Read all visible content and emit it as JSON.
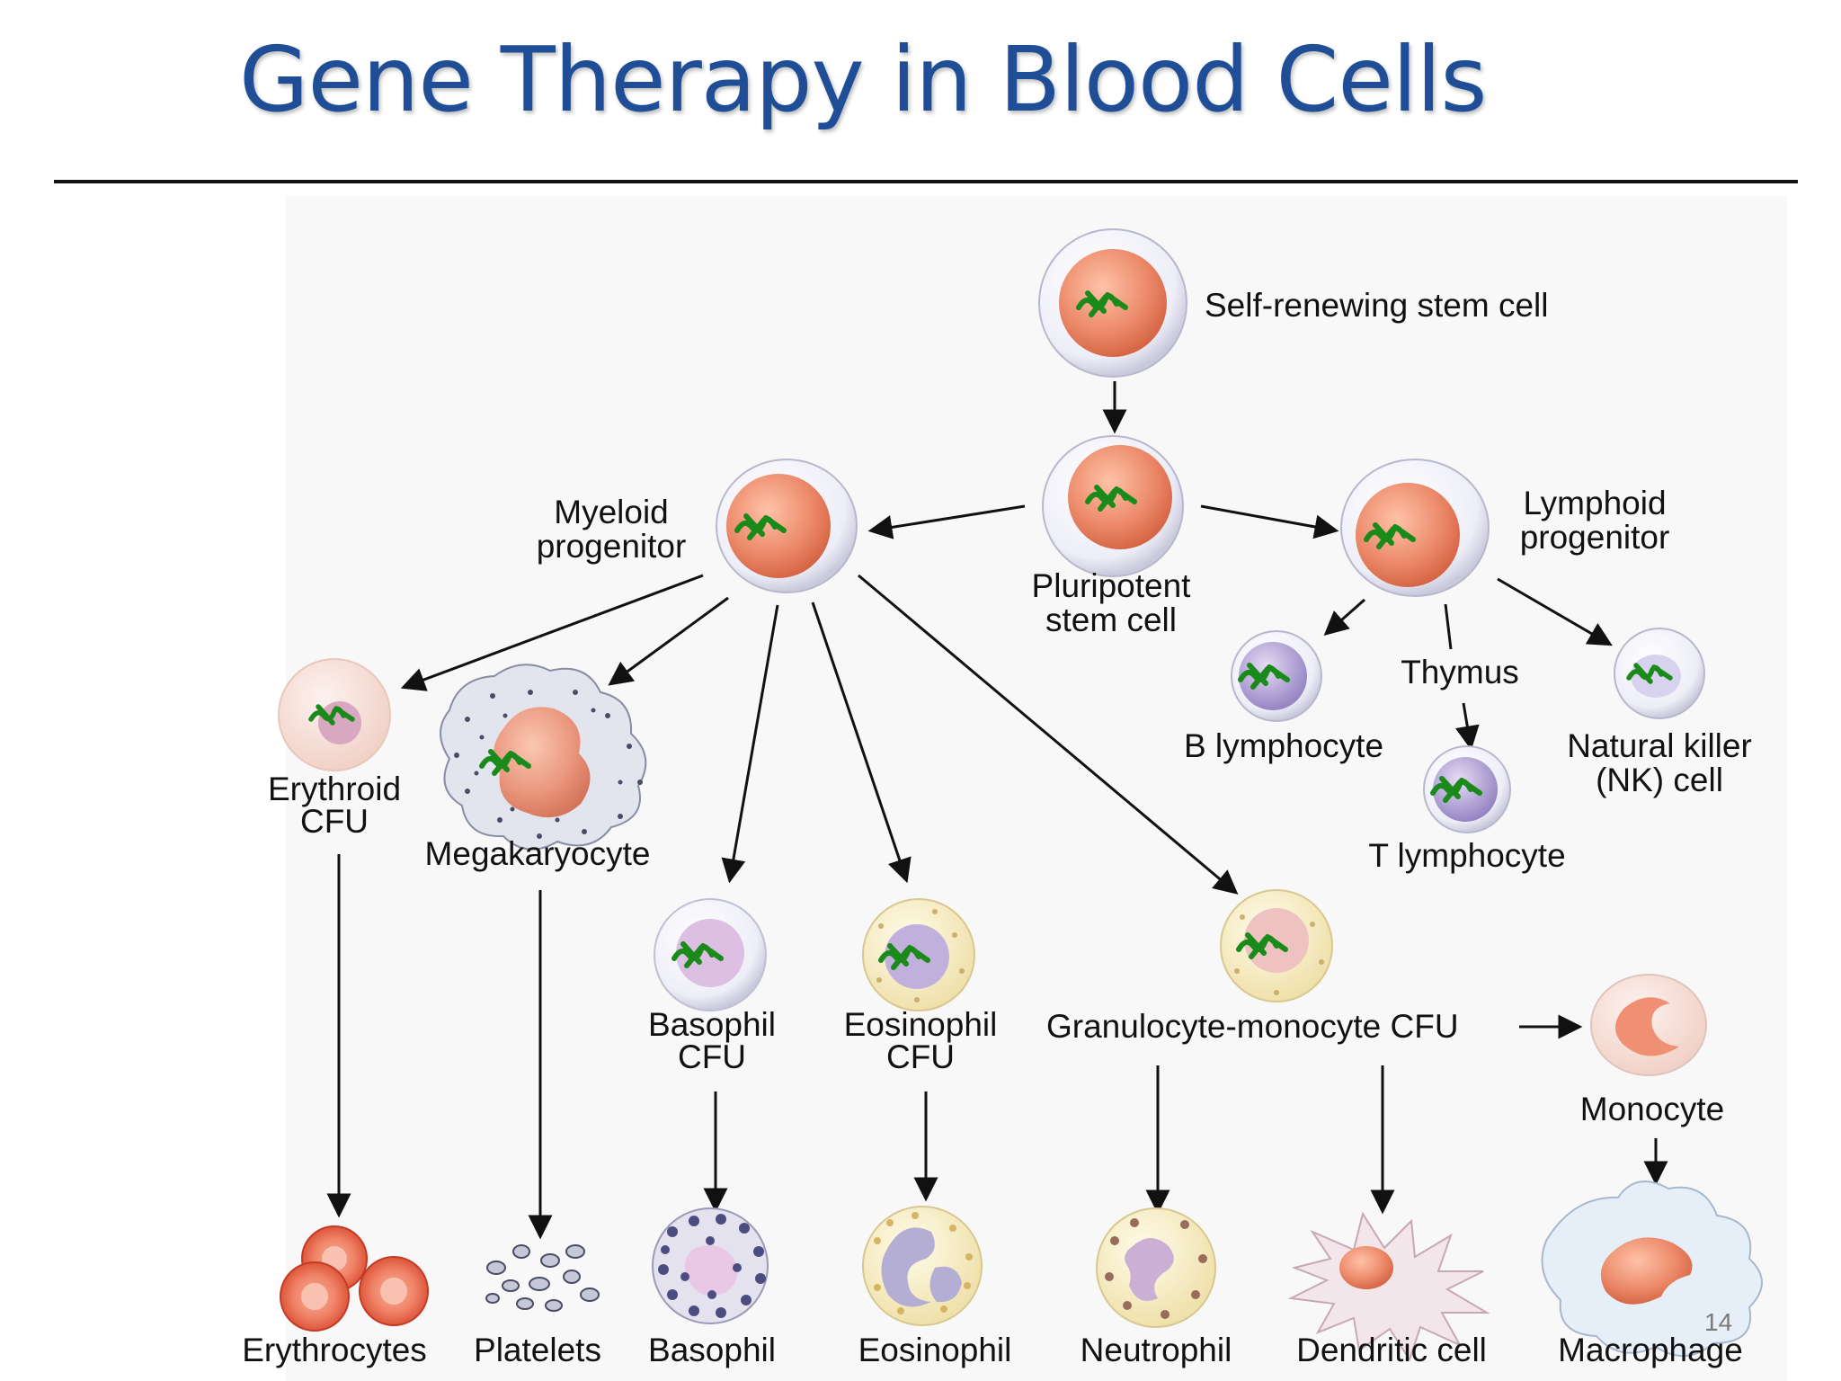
{
  "title": "Gene Therapy in Blood Cells",
  "page_number": "14",
  "labels": {
    "self_renewing": "Self-renewing stem cell",
    "pluripotent_1": "Pluripotent",
    "pluripotent_2": "stem cell",
    "myeloid_1": "Myeloid",
    "myeloid_2": "progenitor",
    "lymphoid_1": "Lymphoid",
    "lymphoid_2": "progenitor",
    "thymus": "Thymus",
    "b_lymphocyte": "B lymphocyte",
    "nk_1": "Natural killer",
    "nk_2": "(NK) cell",
    "t_lymphocyte": "T lymphocyte",
    "erythroid_1": "Erythroid",
    "erythroid_2": "CFU",
    "megakaryocyte": "Megakaryocyte",
    "basophil_cfu_1": "Basophil",
    "basophil_cfu_2": "CFU",
    "eosinophil_cfu_1": "Eosinophil",
    "eosinophil_cfu_2": "CFU",
    "gm_cfu": "Granulocyte-monocyte CFU",
    "monocyte": "Monocyte",
    "erythrocytes": "Erythrocytes",
    "platelets": "Platelets",
    "basophil": "Basophil",
    "eosinophil": "Eosinophil",
    "neutrophil": "Neutrophil",
    "dendritic": "Dendritic cell",
    "macrophage": "Macrophage"
  },
  "colors": {
    "title": "#1f4e96",
    "gene_marker": "#1a8a1a",
    "stem_nucleus": "#e8795a",
    "lymph_nucleus": "#9a88c8"
  }
}
